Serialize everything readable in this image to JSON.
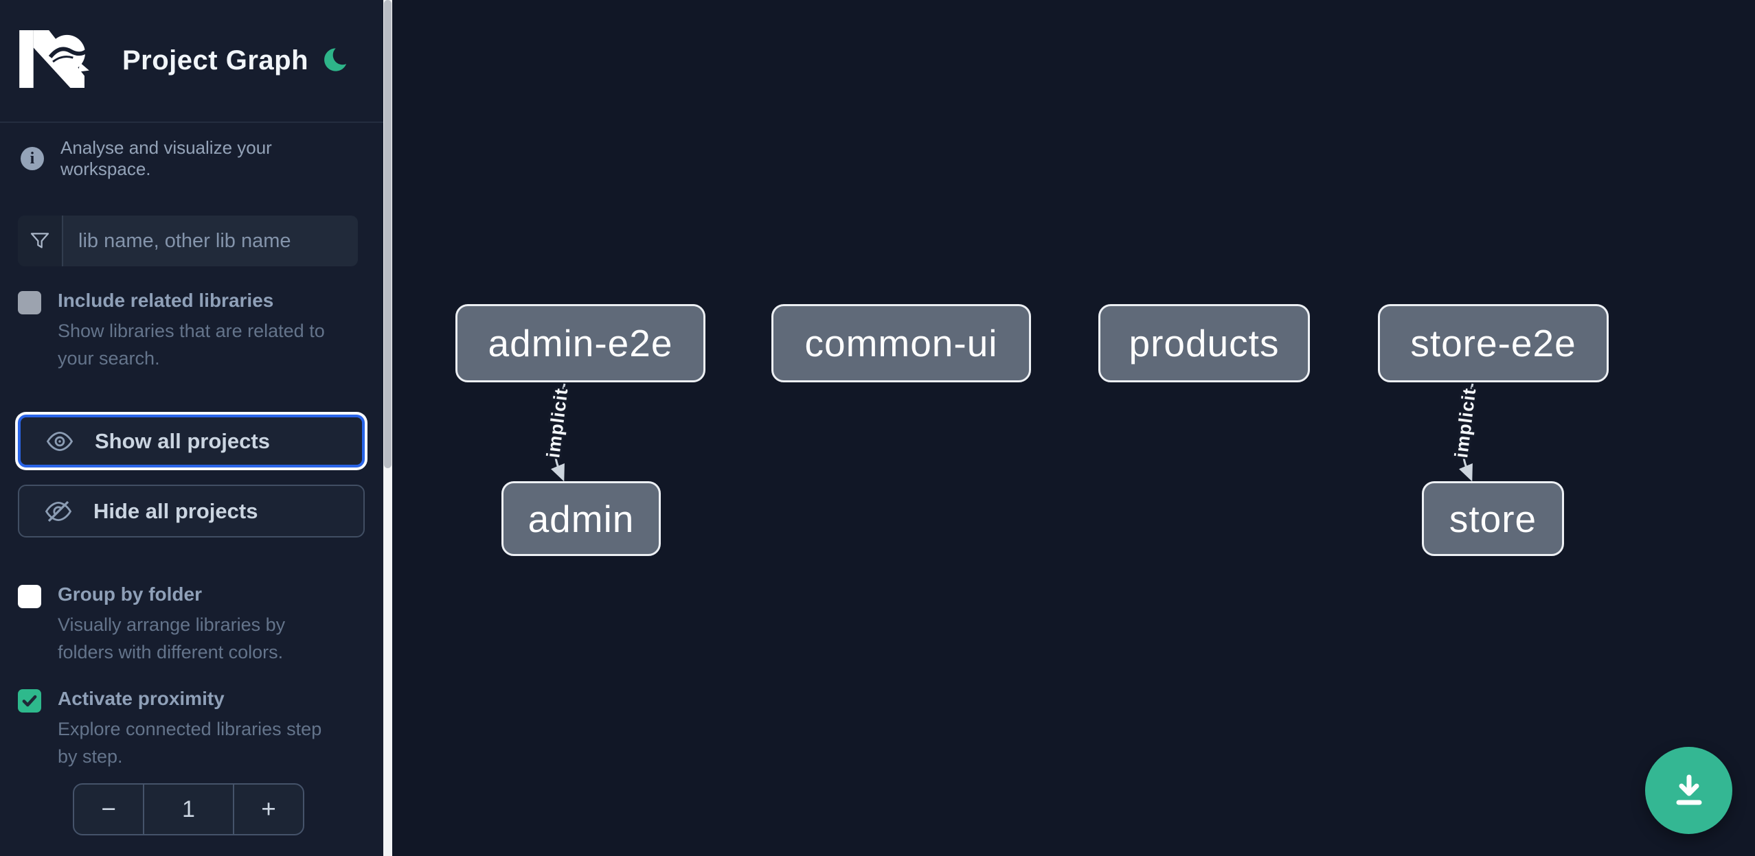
{
  "header": {
    "title": "Project Graph",
    "logo_name": "nx-logo",
    "theme_toggle_icon": "moon-icon"
  },
  "sidebar": {
    "tagline": "Analyse and visualize your workspace.",
    "info_glyph": "i",
    "search": {
      "placeholder": "lib name, other lib name",
      "icon": "funnel-filter-icon"
    },
    "options": {
      "include_related": {
        "label": "Include related libraries",
        "desc": "Show libraries that are related to\nyour search.",
        "checked": false
      },
      "group_by_folder": {
        "label": "Group by folder",
        "desc": "Visually arrange libraries by\nfolders with different colors.",
        "checked": false
      },
      "activate_proximity": {
        "label": "Activate proximity",
        "desc": "Explore connected libraries step\nby step.",
        "checked": true
      }
    },
    "actions": {
      "show_all": "Show all projects",
      "hide_all": "Hide all projects"
    },
    "proximity_stepper": {
      "decrement": "−",
      "value": "1",
      "increment": "+"
    }
  },
  "graph": {
    "nodes": [
      {
        "label": "admin-e2e"
      },
      {
        "label": "common-ui"
      },
      {
        "label": "products"
      },
      {
        "label": "store-e2e"
      },
      {
        "label": "admin"
      },
      {
        "label": "store"
      }
    ],
    "edges": [
      {
        "from": "admin-e2e",
        "to": "admin",
        "label": "implicit"
      },
      {
        "from": "store-e2e",
        "to": "store",
        "label": "implicit"
      }
    ]
  },
  "fab": {
    "icon": "download-icon"
  },
  "colors": {
    "brand_green": "#34b793",
    "checkbox_green": "#2eb98c",
    "focus_blue": "#2964e8",
    "sidebar_bg": "#161d2e",
    "canvas_bg": "#111726",
    "node_fill": "#606a79",
    "node_border": "#edf0f4"
  }
}
